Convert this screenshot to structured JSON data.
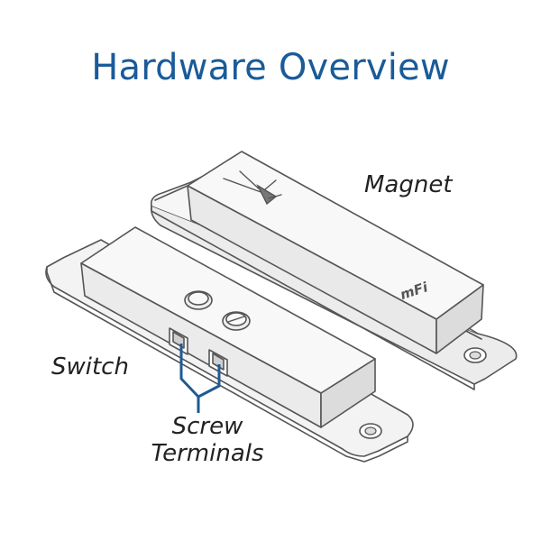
{
  "title": "Hardware Overview",
  "labels": {
    "magnet": "Magnet",
    "switch": "Switch",
    "screw_line1": "Screw",
    "screw_line2": "Terminals"
  },
  "colors": {
    "title": "#1a5b99",
    "callout": "#1f5a96",
    "outline": "#555555",
    "body_fill": "#f4f4f4",
    "shade": "#e6e6e6",
    "label_text": "#222222"
  },
  "icons": [
    "ubiquiti-logo-icon",
    "mfi-logo-icon"
  ],
  "logo_text": "mFi"
}
